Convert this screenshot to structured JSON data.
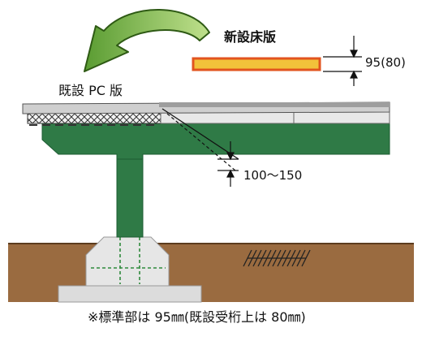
{
  "labels": {
    "new_slab": "新設床版",
    "existing_pc_slab": "既設 PC 版",
    "new_slab_thickness": "95(80)",
    "clearance": "100～150",
    "note": "※標準部は 95㎜(既設受桁上は 80㎜)"
  },
  "colors": {
    "girder_green": "#2f7a46",
    "new_slab_fill": "#f2c23a",
    "new_slab_border": "#e2541f",
    "arrow_green": "#7fbf4a",
    "ground_brown": "#9a6b40",
    "footing_grey": "#dcdcdc"
  },
  "icons": {
    "replacement_arrow": "curved-arrow-icon",
    "ground": "ground-hatch-icon"
  }
}
